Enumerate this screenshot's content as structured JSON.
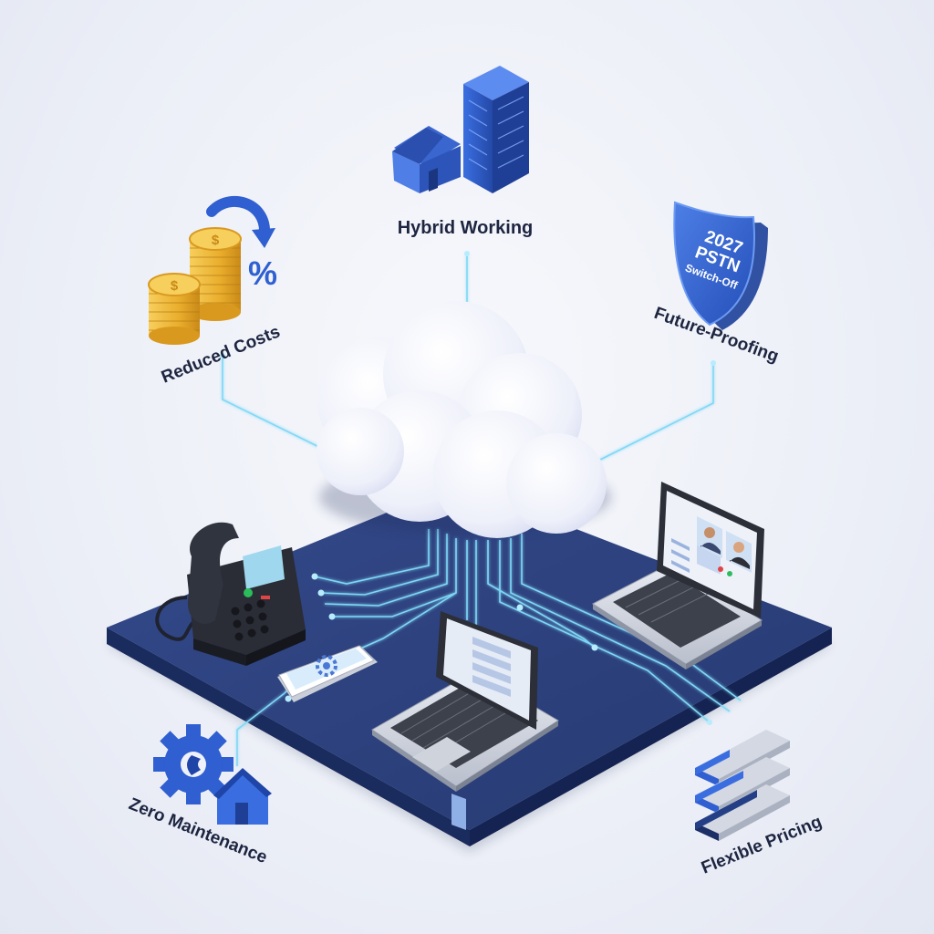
{
  "features": {
    "hybrid_working": "Hybrid Working",
    "reduced_costs": "Reduced Costs",
    "future_proofing": "Future-Proofing",
    "zero_maintenance": "Zero Maintenance",
    "flexible_pricing": "Flexible Pricing"
  },
  "shield": {
    "line1": "2027",
    "line2": "PSTN",
    "line3": "Switch-Off"
  },
  "icons": {
    "currency_symbol": "$",
    "percent_symbol": "%"
  },
  "colors": {
    "platform": "#2c3f78",
    "accent_blue": "#2f5fd0",
    "connector": "#7fd8f5",
    "coin_gold": "#f0b93a"
  }
}
